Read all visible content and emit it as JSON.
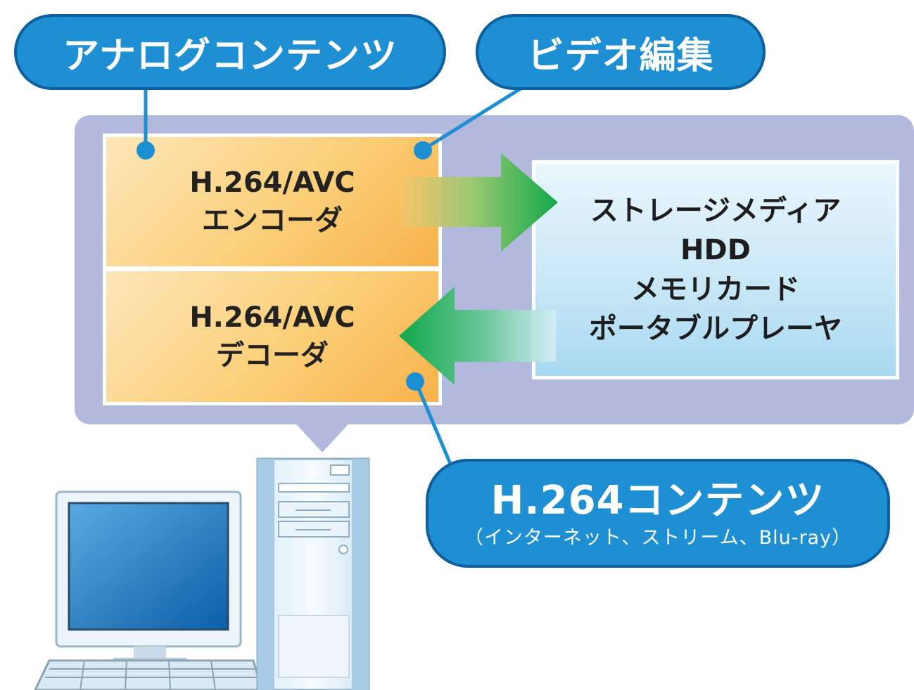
{
  "bubbles": {
    "analog": "アナログコンテンツ",
    "video_edit": "ビデオ編集",
    "h264_title": "H.264コンテンツ",
    "h264_sub": "（インターネット、ストリーム、Blu-ray）"
  },
  "encoder": {
    "line1": "H.264/AVC",
    "line2": "エンコーダ"
  },
  "decoder": {
    "line1": "H.264/AVC",
    "line2": "デコーダ"
  },
  "storage": {
    "lines": [
      "ストレージメディア",
      "HDD",
      "メモリカード",
      "ポータブルプレーヤ"
    ]
  },
  "colors": {
    "bubble_blue": "#1d8fd2",
    "panel_lavender": "#b3b9dc",
    "codec_orange": "#fbcf79",
    "storage_blue": "#c6e6f6",
    "arrow_green": "#12a84a"
  },
  "icons": [
    "desktop-pc-icon",
    "tower-case-icon",
    "monitor-icon",
    "keyboard-icon"
  ]
}
